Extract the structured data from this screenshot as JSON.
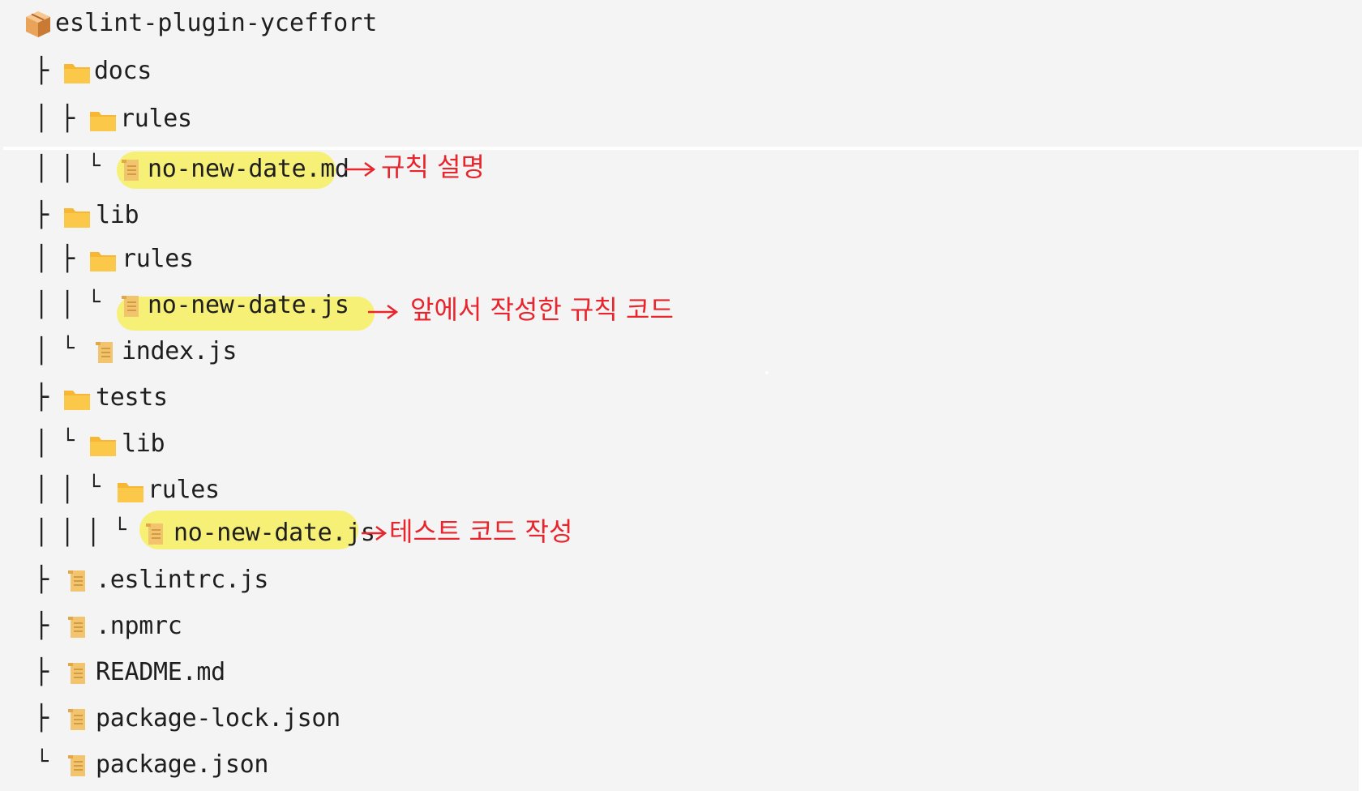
{
  "tree": {
    "root": {
      "label": "eslint-plugin-yceffort",
      "icon": "package-icon"
    },
    "nodes": [
      {
        "label": "docs",
        "kind": "folder",
        "guides": [
          "├"
        ]
      },
      {
        "label": "rules",
        "kind": "folder",
        "guides": [
          "│",
          "├"
        ]
      },
      {
        "label": "no-new-date.md",
        "kind": "file",
        "guides": [
          "│",
          "│",
          "└"
        ],
        "highlight": true
      },
      {
        "label": "lib",
        "kind": "folder",
        "guides": [
          "├"
        ]
      },
      {
        "label": "rules",
        "kind": "folder",
        "guides": [
          "│",
          "├"
        ]
      },
      {
        "label": "no-new-date.js",
        "kind": "file",
        "guides": [
          "│",
          "│",
          "└"
        ],
        "highlight": true
      },
      {
        "label": "index.js",
        "kind": "file",
        "guides": [
          "│",
          "└"
        ]
      },
      {
        "label": "tests",
        "kind": "folder",
        "guides": [
          "├"
        ]
      },
      {
        "label": "lib",
        "kind": "folder",
        "guides": [
          "│",
          "└"
        ]
      },
      {
        "label": "rules",
        "kind": "folder",
        "guides": [
          "│",
          "│",
          "└"
        ]
      },
      {
        "label": "no-new-date.js",
        "kind": "file",
        "guides": [
          "│",
          "│",
          "│",
          "└"
        ],
        "highlight": true
      },
      {
        "label": ".eslintrc.js",
        "kind": "file",
        "guides": [
          "├"
        ]
      },
      {
        "label": ".npmrc",
        "kind": "file",
        "guides": [
          "├"
        ]
      },
      {
        "label": "README.md",
        "kind": "file",
        "guides": [
          "├"
        ]
      },
      {
        "label": "package-lock.json",
        "kind": "file",
        "guides": [
          "├"
        ]
      },
      {
        "label": "package.json",
        "kind": "file",
        "guides": [
          "└"
        ]
      }
    ]
  },
  "annotations": [
    {
      "text": "규칙 설명",
      "arrow": "→"
    },
    {
      "text": "앞에서 작성한 규칙 코드",
      "arrow": "→"
    },
    {
      "text": "테스트 코드 작성",
      "arrow": "→"
    }
  ],
  "colors": {
    "panel_bg": "#f4f4f4",
    "highlight": "#f5f06a",
    "annotation": "#e8242c",
    "folder": "#f7b733",
    "file": "#f2c46d"
  }
}
